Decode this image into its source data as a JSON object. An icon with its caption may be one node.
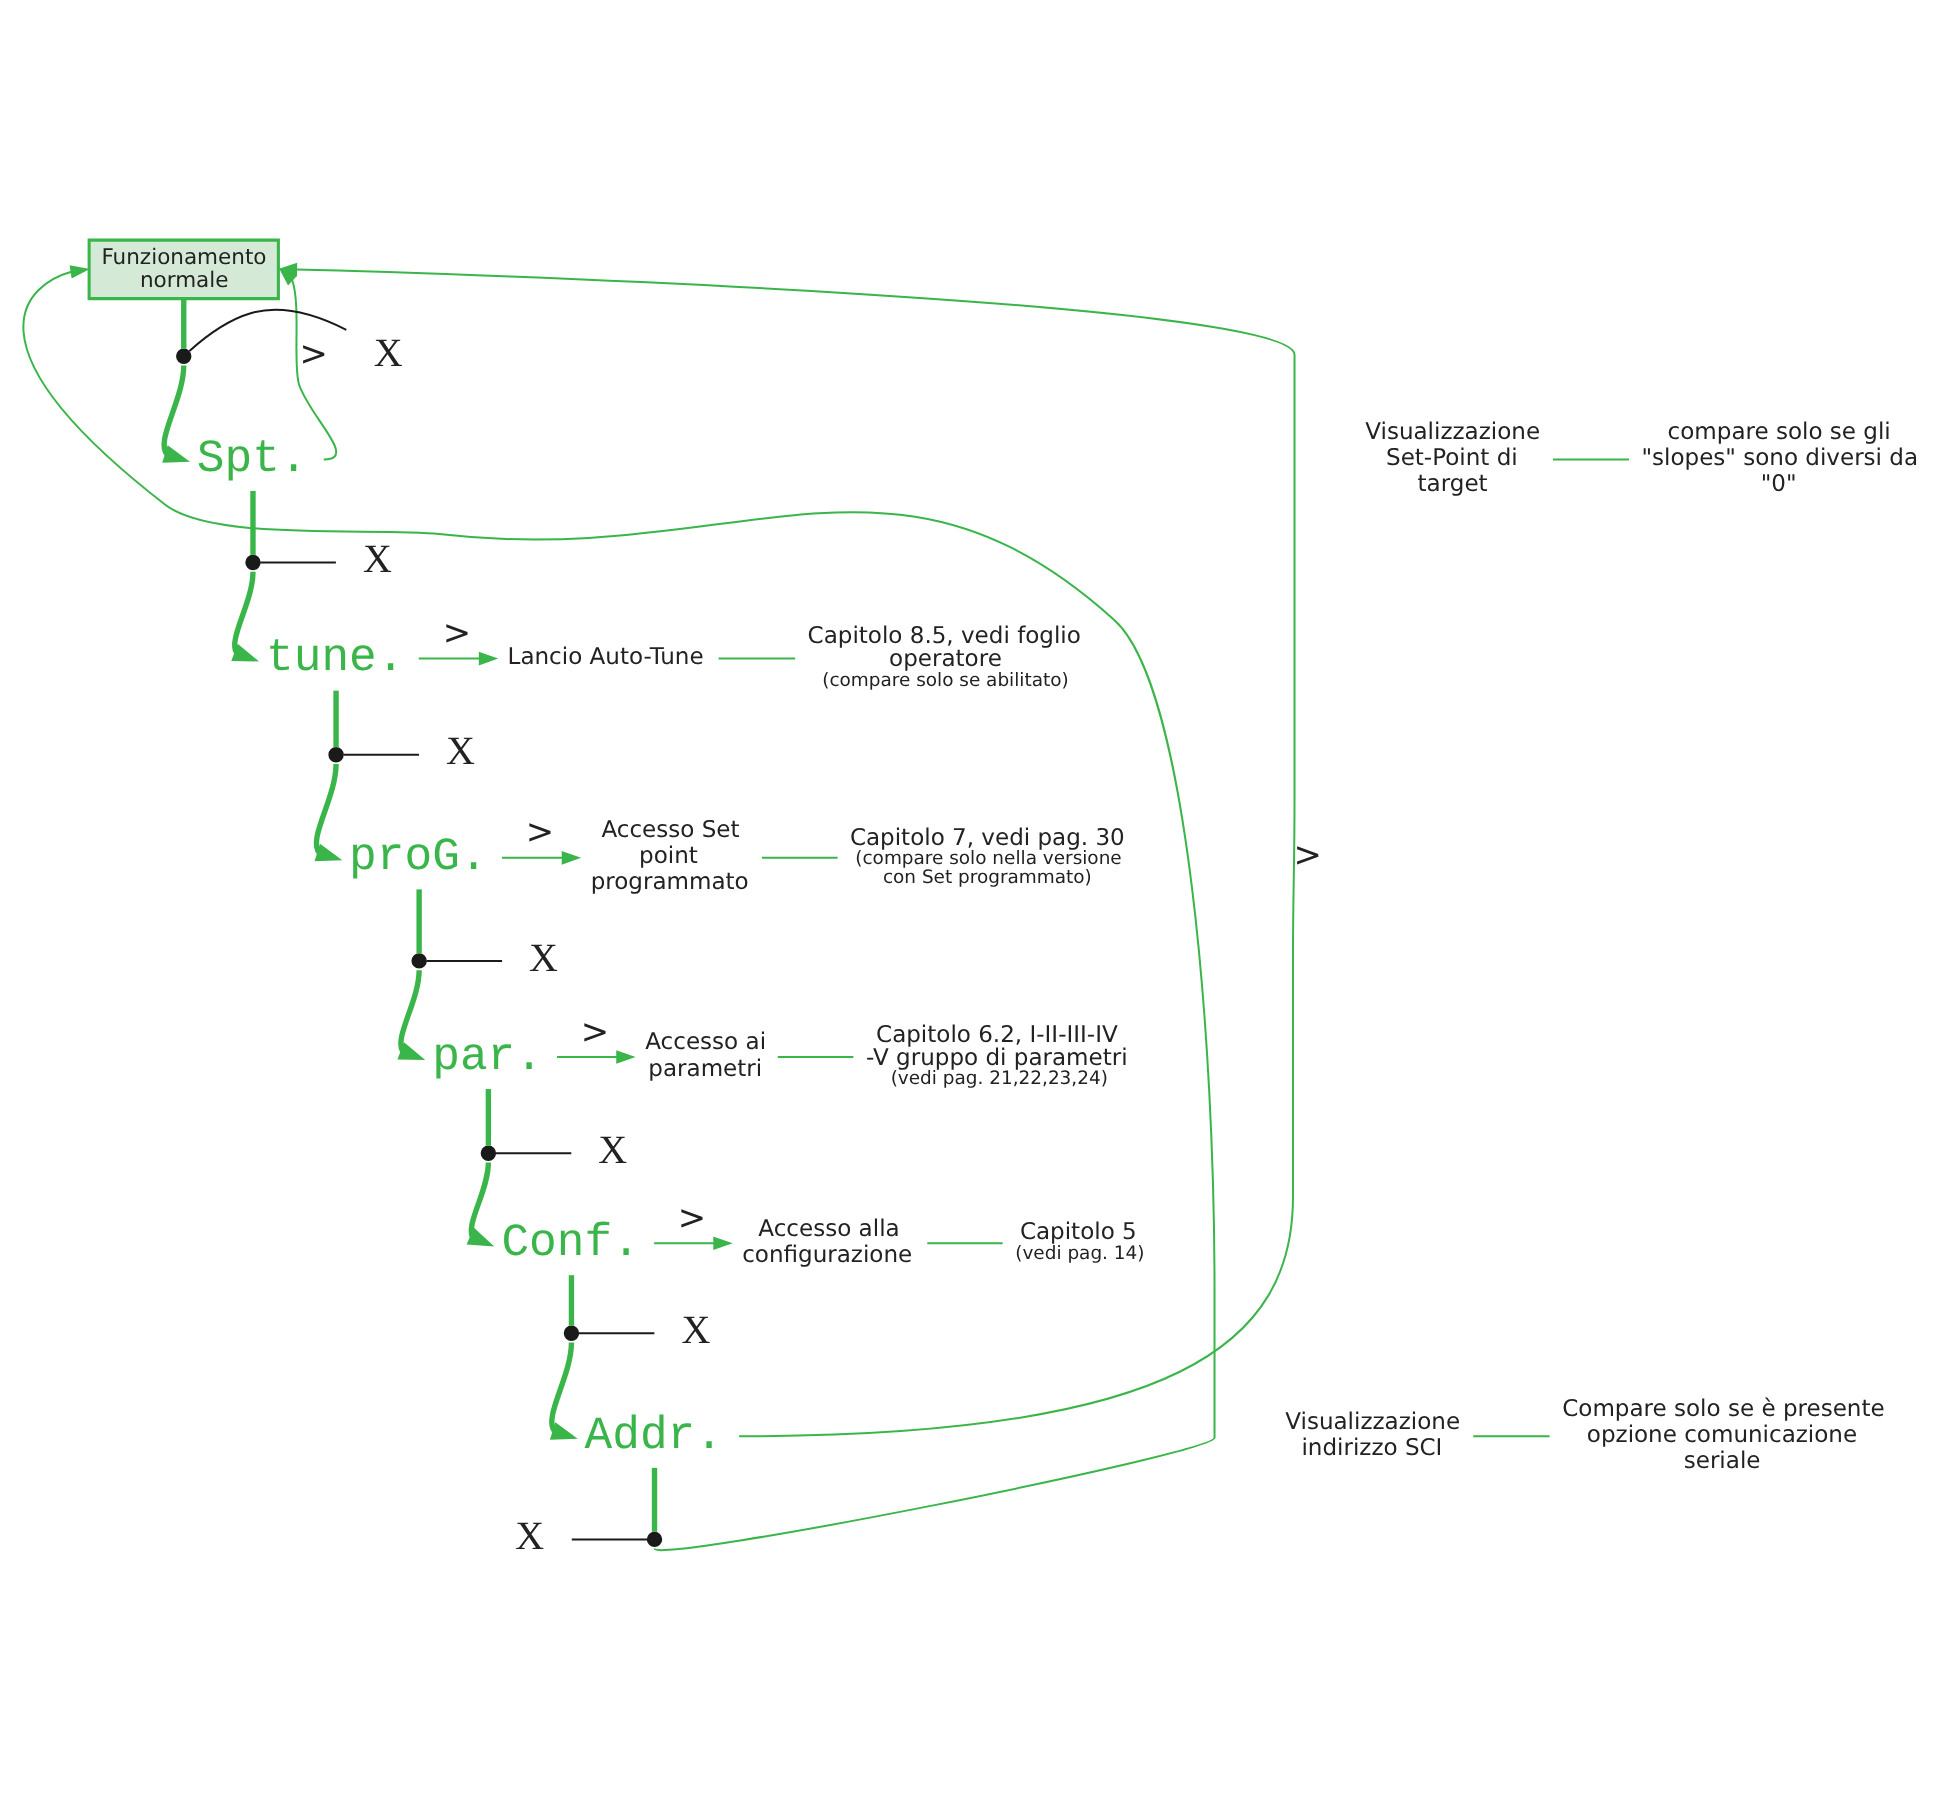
{
  "diagram": {
    "nodes": [
      {
        "text": [
          "Funzionamento normale"
        ]
      },
      {
        "text": [
          "Spt."
        ]
      },
      {
        "text": [
          "tune."
        ]
      },
      {
        "text": [
          "proG."
        ]
      },
      {
        "text": [
          "par."
        ]
      },
      {
        "text": [
          "Conf."
        ]
      },
      {
        "text": [
          "Addr."
        ]
      },
      {
        "text": [
          "Visualizzazione Set-Point di target"
        ]
      },
      {
        "text": [
          "Lancio Auto-Tune"
        ]
      },
      {
        "text": [
          "Accesso Set point programmato"
        ]
      },
      {
        "text": [
          "Accesso ai parametri"
        ]
      },
      {
        "text": [
          "Accesso alla configurazione"
        ]
      },
      {
        "text": [
          "Visualizzazione indirizzo SCI"
        ]
      },
      {
        "text": [
          "compare solo se gli \"slopes\" sono diversi da \"0\""
        ]
      },
      {
        "text": [
          "Capitolo 8.5, vedi foglio operatore",
          "(compare solo se abilitato)"
        ]
      },
      {
        "text": [
          "Capitolo 7, vedi pag. 30",
          "(compare solo nella versione con Set programmato)"
        ]
      },
      {
        "text": [
          "Capitolo 6.2, I-II-III-IV -V gruppo di parametri",
          "(vedi pag. 21,22,23,24)"
        ]
      },
      {
        "text": [
          "Capitolo 5",
          "(vedi pag. 14)"
        ]
      },
      {
        "text": [
          "Compare solo se è presente opzione comunicazione seriale"
        ]
      },
      {
        "text": [
          "X"
        ]
      },
      {
        "text": [
          "X"
        ]
      },
      {
        "text": [
          "X"
        ]
      },
      {
        "text": [
          "X"
        ]
      },
      {
        "text": [
          "X"
        ]
      },
      {
        "text": [
          "X"
        ]
      },
      {
        "text": [
          "X"
        ]
      },
      {
        "text": [],
        "shape": "circle"
      },
      {
        "text": [],
        "shape": "circle"
      },
      {
        "text": [],
        "shape": "circle"
      },
      {
        "text": [],
        "shape": "circle"
      },
      {
        "text": [],
        "shape": "circle"
      },
      {
        "text": [],
        "shape": "circle"
      },
      {
        "text": [],
        "shape": "circle"
      }
    ],
    "edges": [
      {
        "from": 0,
        "to": 26,
        "arrow": "none",
        "style": "thick"
      },
      {
        "from": 26,
        "to": 1,
        "arrow": "to",
        "style": "thick"
      },
      {
        "from": 1,
        "to": 27,
        "arrow": "none",
        "style": "thick"
      },
      {
        "from": 27,
        "to": 2,
        "arrow": "to",
        "style": "thick"
      },
      {
        "from": 2,
        "to": 28,
        "arrow": "none",
        "style": "thick"
      },
      {
        "from": 28,
        "to": 3,
        "arrow": "to",
        "style": "thick"
      },
      {
        "from": 3,
        "to": 29,
        "arrow": "none",
        "style": "thick"
      },
      {
        "from": 29,
        "to": 4,
        "arrow": "to",
        "style": "thick"
      },
      {
        "from": 4,
        "to": 30,
        "arrow": "none",
        "style": "thick"
      },
      {
        "from": 30,
        "to": 5,
        "arrow": "to",
        "style": "thick"
      },
      {
        "from": 5,
        "to": 31,
        "arrow": "none",
        "style": "thick"
      },
      {
        "from": 31,
        "to": 6,
        "arrow": "to",
        "style": "thick"
      },
      {
        "from": 6,
        "to": 32,
        "arrow": "none",
        "style": "thick"
      },
      {
        "from": 32,
        "to": 0,
        "arrow": "to"
      },
      {
        "from": 1,
        "to": 0,
        "arrow": "to",
        "label": ">"
      },
      {
        "from": 2,
        "to": 8,
        "arrow": "to",
        "label": ">"
      },
      {
        "from": 3,
        "to": 9,
        "arrow": "to",
        "label": ">"
      },
      {
        "from": 4,
        "to": 10,
        "arrow": "to",
        "label": ">"
      },
      {
        "from": 5,
        "to": 11,
        "arrow": "to",
        "label": ">"
      },
      {
        "from": 6,
        "to": 0,
        "arrow": "to",
        "label": ">"
      },
      {
        "from": 7,
        "to": 13,
        "arrow": "none"
      },
      {
        "from": 8,
        "to": 14,
        "arrow": "none"
      },
      {
        "from": 9,
        "to": 15,
        "arrow": "none"
      },
      {
        "from": 10,
        "to": 16,
        "arrow": "none"
      },
      {
        "from": 11,
        "to": 17,
        "arrow": "none"
      },
      {
        "from": 12,
        "to": 18,
        "arrow": "none"
      },
      {
        "from": 19,
        "to": 26,
        "arrow": "none",
        "color": "#1a1a1a"
      },
      {
        "from": 20,
        "to": 27,
        "arrow": "none",
        "color": "#1a1a1a"
      },
      {
        "from": 21,
        "to": 28,
        "arrow": "none",
        "color": "#1a1a1a"
      },
      {
        "from": 22,
        "to": 29,
        "arrow": "none",
        "color": "#1a1a1a"
      },
      {
        "from": 23,
        "to": 30,
        "arrow": "none",
        "color": "#1a1a1a"
      },
      {
        "from": 24,
        "to": 31,
        "arrow": "none",
        "color": "#1a1a1a"
      },
      {
        "from": 25,
        "to": 32,
        "arrow": "none",
        "color": "#1a1a1a"
      }
    ]
  }
}
